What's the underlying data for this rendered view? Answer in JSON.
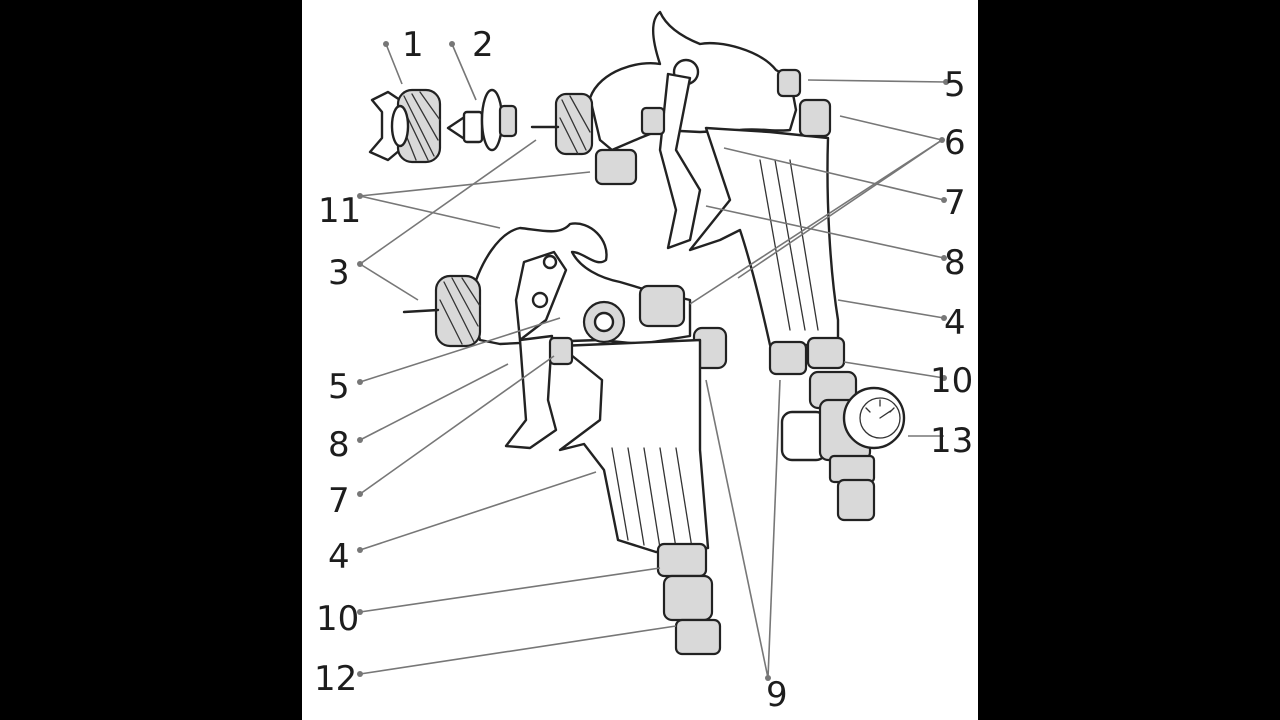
{
  "figure": {
    "labels": [
      {
        "id": "l1",
        "text": "1"
      },
      {
        "id": "l2",
        "text": "2"
      },
      {
        "id": "l5a",
        "text": "5"
      },
      {
        "id": "l6",
        "text": "6"
      },
      {
        "id": "l7a",
        "text": "7"
      },
      {
        "id": "l11",
        "text": "11"
      },
      {
        "id": "l8a",
        "text": "8"
      },
      {
        "id": "l3",
        "text": "3"
      },
      {
        "id": "l4a",
        "text": "4"
      },
      {
        "id": "l10a",
        "text": "10"
      },
      {
        "id": "l5b",
        "text": "5"
      },
      {
        "id": "l13",
        "text": "13"
      },
      {
        "id": "l8b",
        "text": "8"
      },
      {
        "id": "l7b",
        "text": "7"
      },
      {
        "id": "l4b",
        "text": "4"
      },
      {
        "id": "l10b",
        "text": "10"
      },
      {
        "id": "l12",
        "text": "12"
      },
      {
        "id": "l9",
        "text": "9"
      }
    ]
  },
  "colors": {
    "page": "#ffffff",
    "background": "#000000",
    "ink": "#222222",
    "leader": "#777777"
  }
}
